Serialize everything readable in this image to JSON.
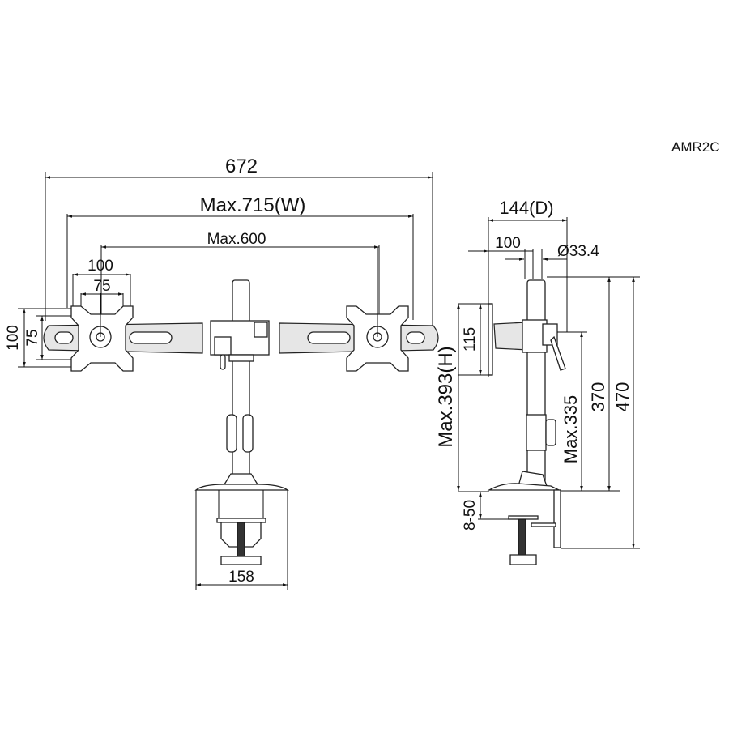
{
  "model": "AMR2C",
  "front_view": {
    "overall_width": "672",
    "max_width": "Max.715(W)",
    "max_center_distance": "Max.600",
    "vesa_h_large": "100",
    "vesa_h_small": "75",
    "vesa_v_large": "100",
    "vesa_v_small": "75",
    "base_width": "158"
  },
  "side_view": {
    "depth": "144(D)",
    "arm_offset": "100",
    "pole_diameter": "Ø33.4",
    "plate_height": "115",
    "max_height": "Max.393(H)",
    "max_mount_height": "Max.335",
    "pole_height": "370",
    "overall_height": "470",
    "clamp_range": "8-50"
  },
  "colors": {
    "line": "#111111",
    "fill": "#ffffff",
    "shade": "#e6e6e6"
  }
}
